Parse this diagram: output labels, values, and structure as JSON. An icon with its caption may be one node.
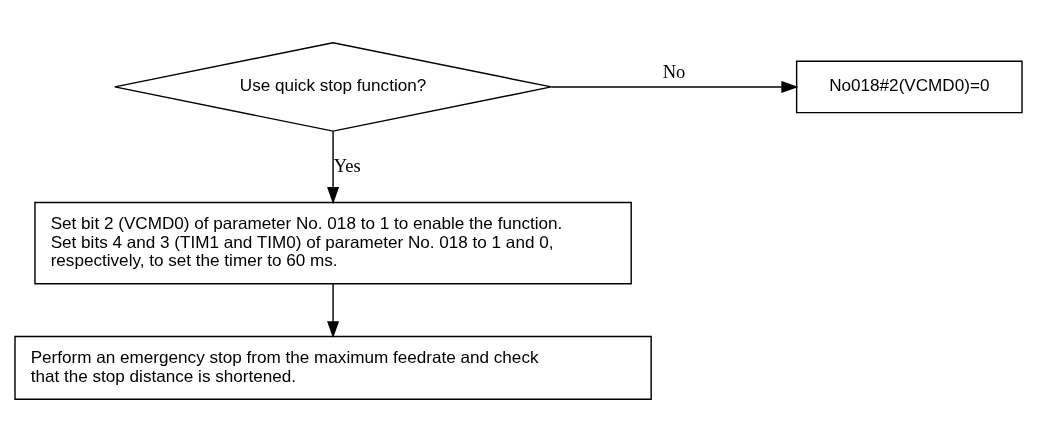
{
  "diagram": {
    "nodes": [
      {
        "text": [
          "Use quick stop function?"
        ]
      },
      {
        "text": [
          "No018#2(VCMD0)=0"
        ]
      },
      {
        "text": [
          "Set bit 2 (VCMD0) of parameter No. 018 to 1 to enable the function. Set bits 4 and 3 (TIM1 and TIM0) of parameter No. 018 to 1 and 0, respectively, to set the timer to 60 ms."
        ]
      },
      {
        "text": [
          "Perform an emergency stop from the maximum feedrate and check that the stop distance is shortened."
        ]
      }
    ],
    "edges": [
      {
        "from": 0,
        "to": 1,
        "arrow": "to",
        "label": "No"
      },
      {
        "from": 0,
        "to": 2,
        "arrow": "to",
        "label": "Yes"
      },
      {
        "from": 2,
        "to": 3,
        "arrow": "to"
      }
    ]
  }
}
